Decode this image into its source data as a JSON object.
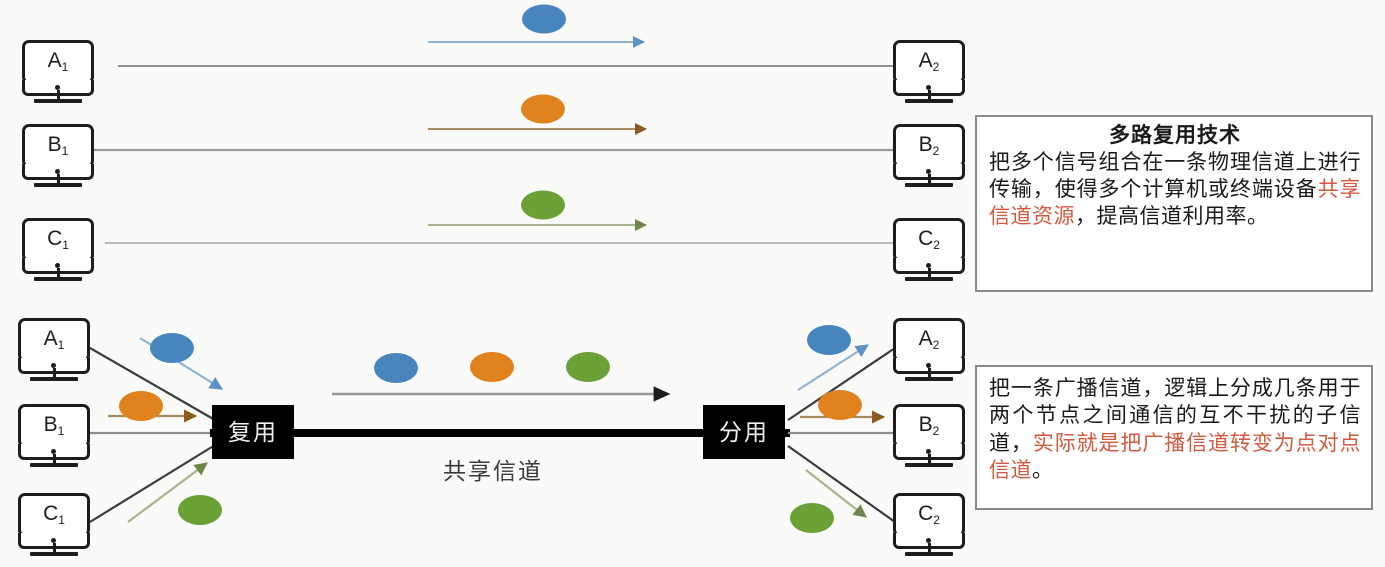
{
  "meta": {
    "background": "#fafaf8",
    "colors": {
      "blue": "#4a86be",
      "orange": "#e0831e",
      "green": "#6ba136",
      "blue_arrow": "#8fb4d4",
      "orange_arrow": "#a98a5f",
      "green_arrow": "#a8b48c",
      "line_gray": "#9a9a9a",
      "dark_line": "#3c3c3c",
      "black": "#000000",
      "highlight_red": "#d4593f",
      "box_border": "#8a8a8a"
    }
  },
  "top_section": {
    "senders": [
      {
        "name": "A",
        "sub": "1",
        "label": "A"
      },
      {
        "name": "B",
        "sub": "1",
        "label": "B"
      },
      {
        "name": "C",
        "sub": "1",
        "label": "C"
      }
    ],
    "receivers": [
      {
        "name": "A",
        "sub": "2",
        "label": "A"
      },
      {
        "name": "B",
        "sub": "2",
        "label": "B"
      },
      {
        "name": "C",
        "sub": "2",
        "label": "C"
      }
    ],
    "signals": [
      {
        "id": "signal-blue",
        "color": "#4a86be",
        "arrow_color": "#8fb4d4"
      },
      {
        "id": "signal-orange",
        "color": "#e0831e",
        "arrow_color": "#a98a5f"
      },
      {
        "id": "signal-green",
        "color": "#6ba136",
        "arrow_color": "#a8b48c"
      }
    ]
  },
  "bottom_section": {
    "senders": [
      {
        "name": "A",
        "sub": "1",
        "label": "A"
      },
      {
        "name": "B",
        "sub": "1",
        "label": "B"
      },
      {
        "name": "C",
        "sub": "1",
        "label": "C"
      }
    ],
    "receivers": [
      {
        "name": "A",
        "sub": "2",
        "label": "A"
      },
      {
        "name": "B",
        "sub": "2",
        "label": "B"
      },
      {
        "name": "C",
        "sub": "2",
        "label": "C"
      }
    ],
    "mux_label": "复用",
    "demux_label": "分用",
    "channel_label": "共享信道"
  },
  "info_boxes": {
    "multiplexing": {
      "title": "多路复用技术",
      "line1": "把多个信号组合在一条物理信",
      "line2": "道上进行传输，使得多个计算",
      "line3_pre": "机或终端设备",
      "line3_hl": "共享信道资源",
      "line3_post": "，",
      "line4": "提高信道利用率。"
    },
    "broadcast": {
      "line1": "把一条广播信道，逻辑上分成",
      "line2": "几条用于两个节点之间通信的",
      "line3_pre": "互不干扰的子信道，",
      "line3_hl": "实际就是",
      "line4_hl": "把广播信道转变为点对点信道",
      "line4_post": "。"
    }
  },
  "watermark": {
    "text": ""
  }
}
